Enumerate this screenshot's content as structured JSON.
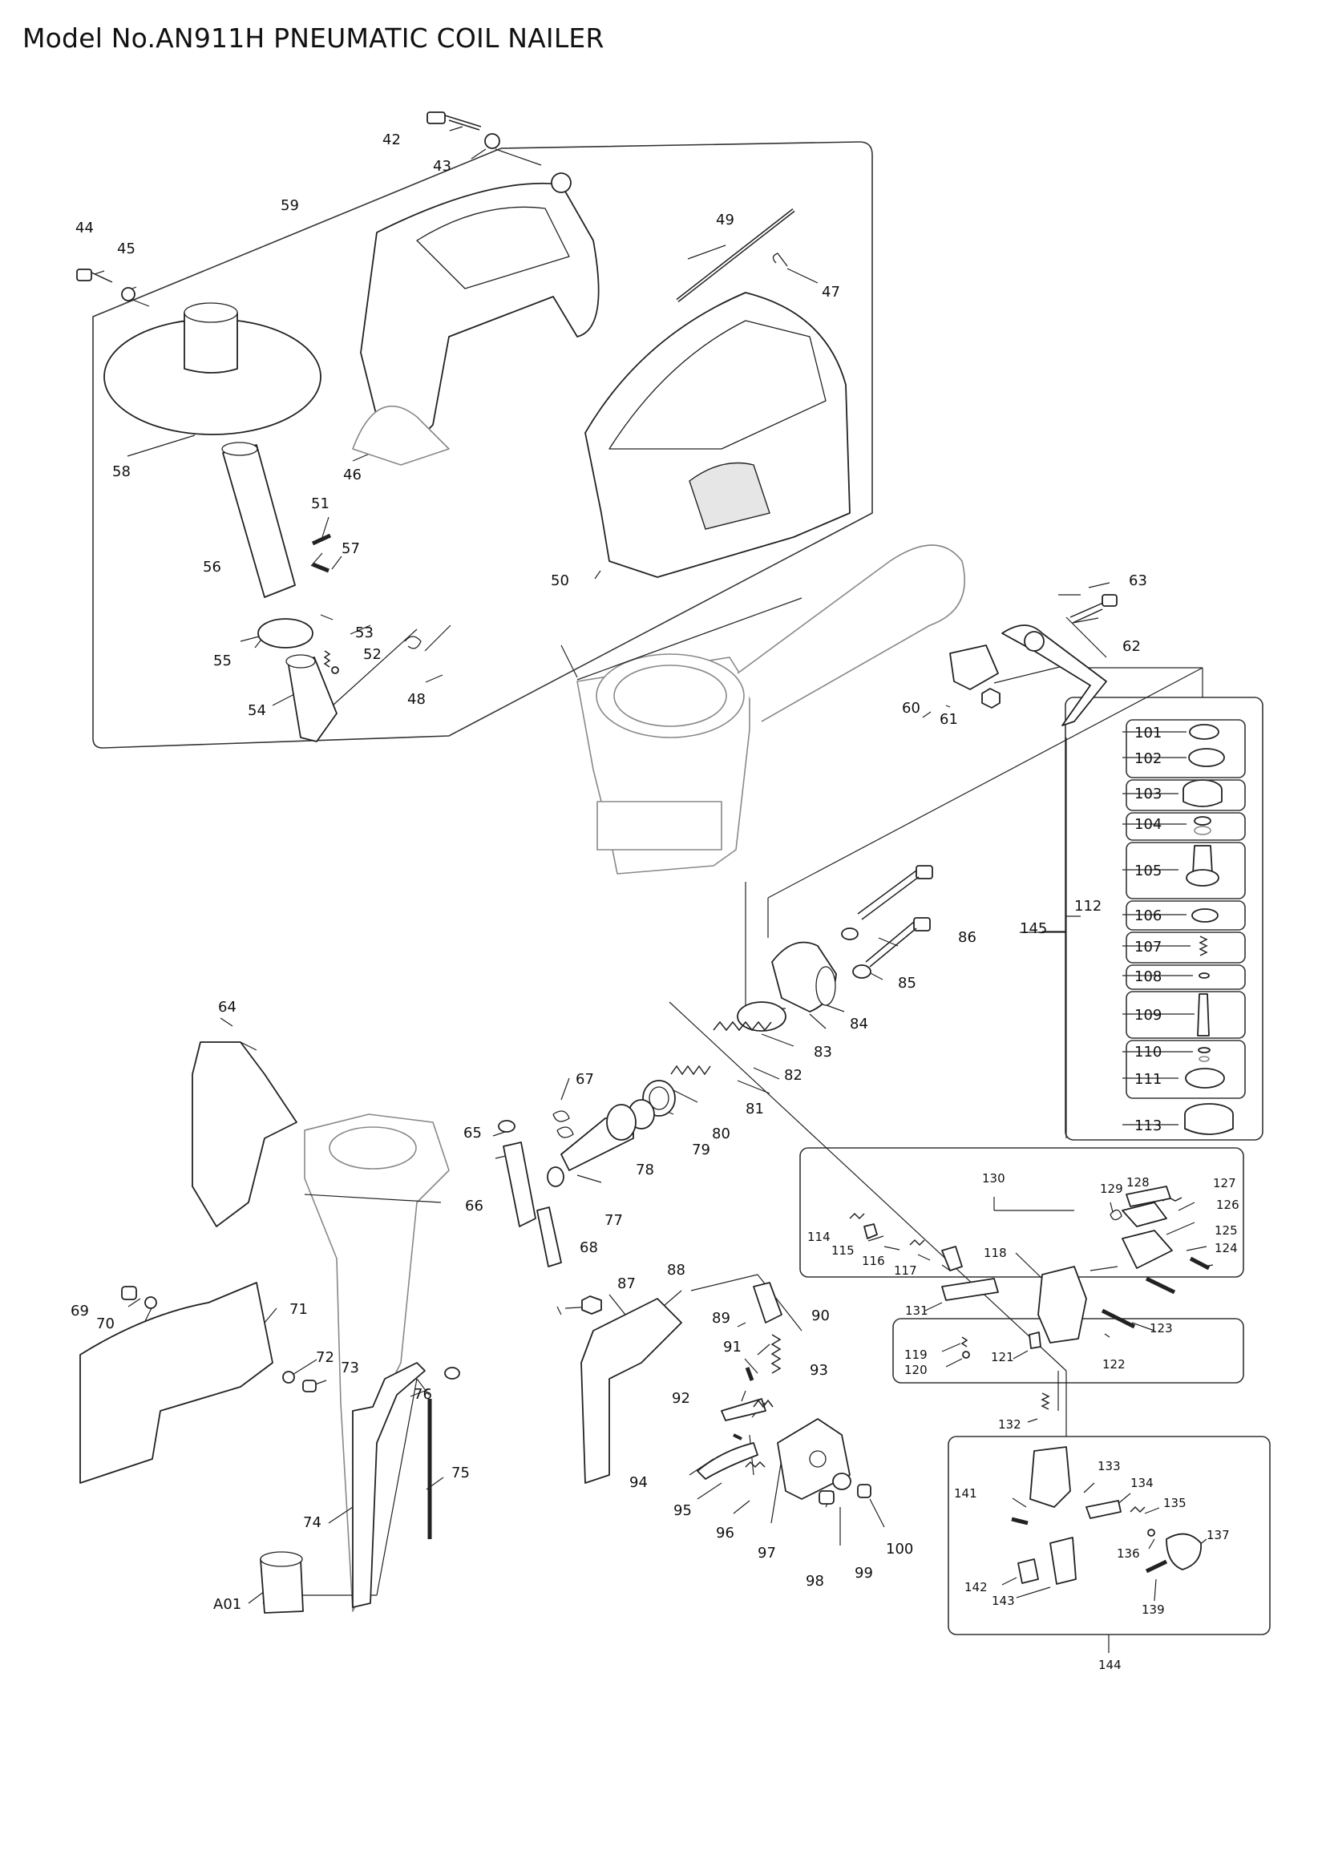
{
  "title": "Model No.AN911H PNEUMATIC COIL NAILER",
  "callouts": {
    "n42": "42",
    "n43": "43",
    "n44": "44",
    "n45": "45",
    "n46": "46",
    "n47": "47",
    "n48": "48",
    "n49": "49",
    "n50": "50",
    "n51": "51",
    "n52": "52",
    "n53": "53",
    "n54": "54",
    "n55": "55",
    "n56": "56",
    "n57": "57",
    "n58": "58",
    "n59": "59",
    "n60": "60",
    "n61": "61",
    "n62": "62",
    "n63": "63",
    "n64": "64",
    "n65": "65",
    "n66": "66",
    "n67": "67",
    "n68": "68",
    "n69": "69",
    "n70": "70",
    "n71": "71",
    "n72": "72",
    "n73": "73",
    "n74": "74",
    "n75": "75",
    "n76": "76",
    "n77": "77",
    "n78": "78",
    "n79": "79",
    "n80": "80",
    "n81": "81",
    "n82": "82",
    "n83": "83",
    "n84": "84",
    "n85": "85",
    "n86": "86",
    "n87": "87",
    "n88": "88",
    "n89": "89",
    "n90": "90",
    "n91": "91",
    "n92": "92",
    "n93": "93",
    "n94": "94",
    "n95": "95",
    "n96": "96",
    "n97": "97",
    "n98": "98",
    "n99": "99",
    "n100": "100",
    "n101": "101",
    "n102": "102",
    "n103": "103",
    "n104": "104",
    "n105": "105",
    "n106": "106",
    "n107": "107",
    "n108": "108",
    "n109": "109",
    "n110": "110",
    "n111": "111",
    "n112": "112",
    "n113": "113",
    "n114": "114",
    "n115": "115",
    "n116": "116",
    "n117": "117",
    "n118": "118",
    "n119": "119",
    "n120": "120",
    "n121": "121",
    "n122": "122",
    "n123": "123",
    "n124": "124",
    "n125": "125",
    "n126": "126",
    "n127": "127",
    "n128": "128",
    "n129": "129",
    "n130": "130",
    "n131": "131",
    "n132": "132",
    "n133": "133",
    "n134": "134",
    "n135": "135",
    "n136": "136",
    "n137": "137",
    "n139": "139",
    "n141": "141",
    "n142": "142",
    "n143": "143",
    "n144": "144",
    "n145": "145",
    "nA01": "A01"
  }
}
